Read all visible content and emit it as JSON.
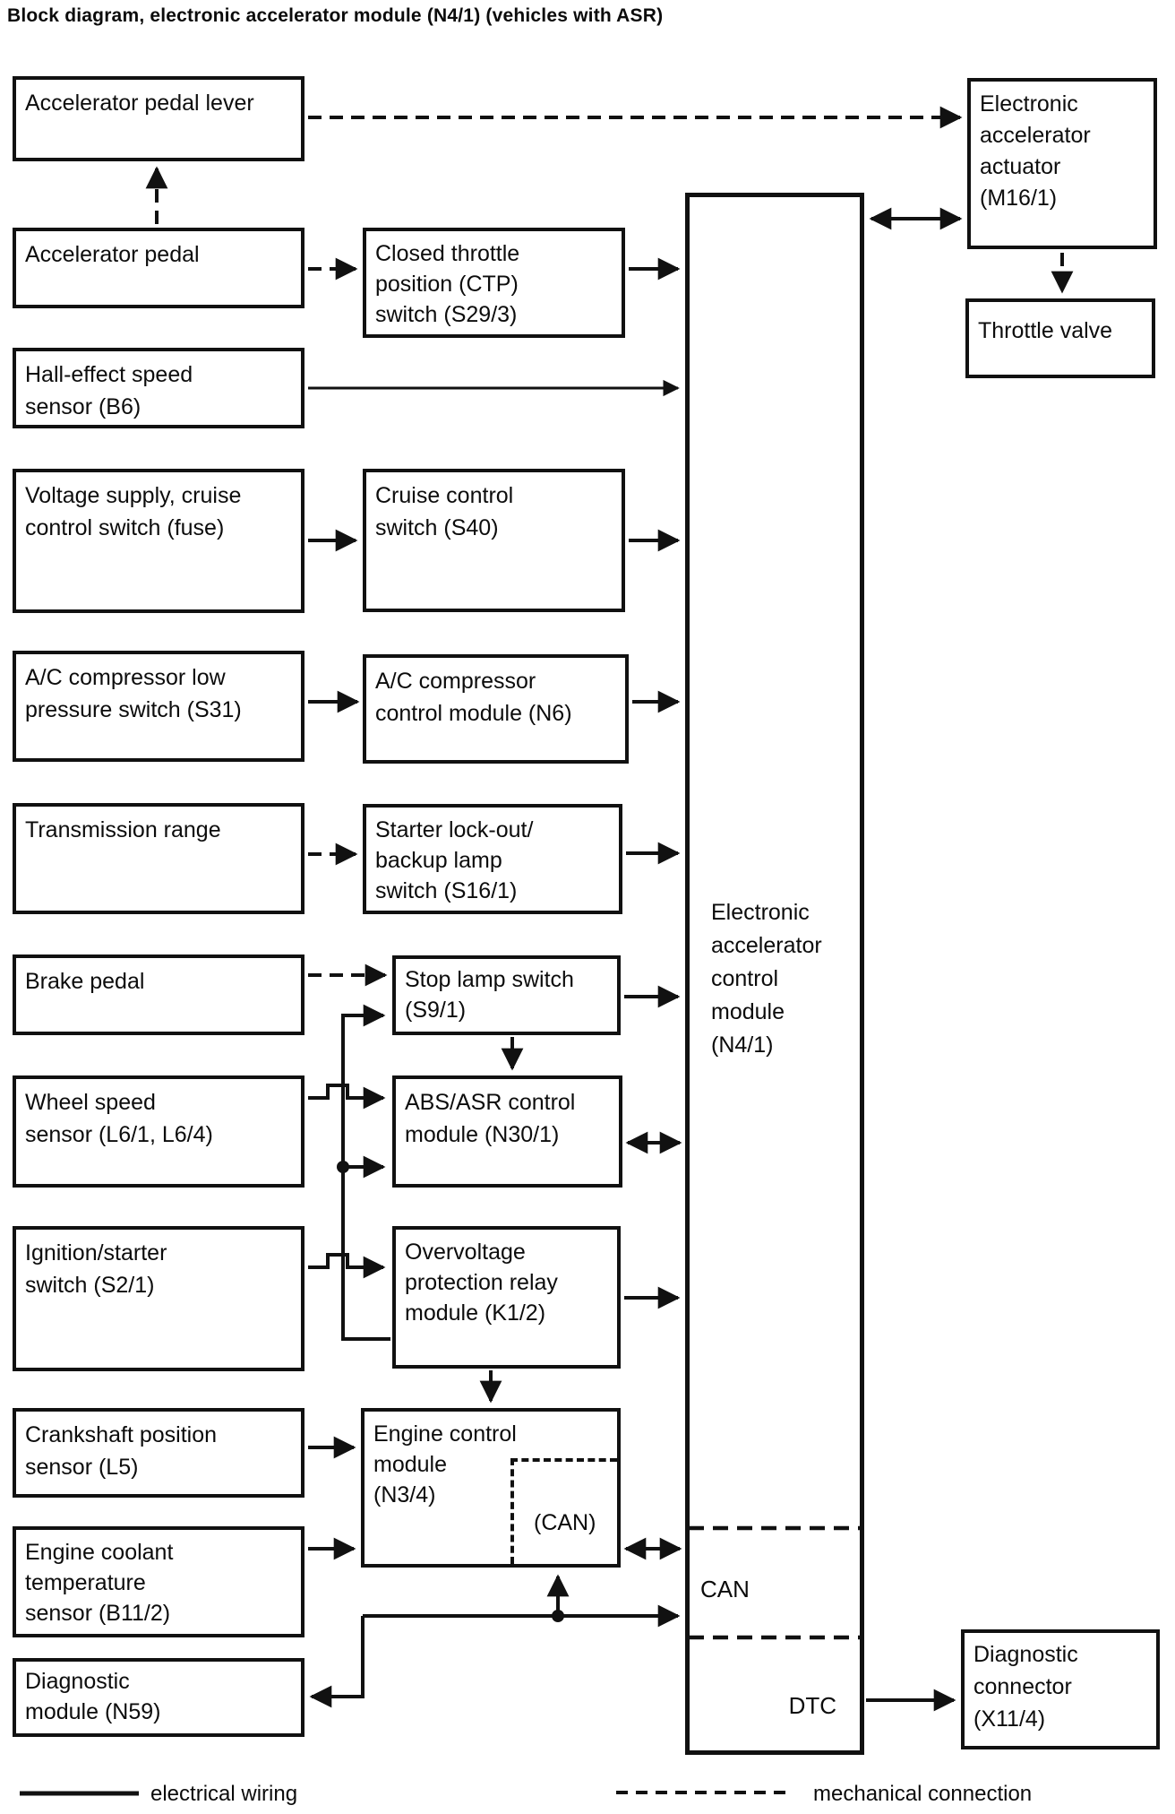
{
  "title": "Block diagram, electronic accelerator module (N4/1) (vehicles with ASR)",
  "nodes": {
    "accelerator_pedal_lever": {
      "label": "Accelerator pedal lever"
    },
    "accelerator_pedal": {
      "label": "Accelerator pedal"
    },
    "hall_effect_speed_sensor": {
      "label": "Hall-effect speed\nsensor (B6)"
    },
    "voltage_supply_fuse": {
      "label": "Voltage supply, cruise\ncontrol switch (fuse)"
    },
    "ac_low_pressure_switch": {
      "label": "A/C compressor low\npressure switch (S31)"
    },
    "transmission_range": {
      "label": "Transmission range"
    },
    "brake_pedal": {
      "label": "Brake pedal"
    },
    "wheel_speed_sensor": {
      "label": "Wheel speed\nsensor (L6/1, L6/4)"
    },
    "ignition_starter_switch": {
      "label": "Ignition/starter\nswitch (S2/1)"
    },
    "crankshaft_position_sensor": {
      "label": "Crankshaft position\nsensor (L5)"
    },
    "engine_coolant_temp_sensor": {
      "label": "Engine coolant\ntemperature\nsensor (B11/2)"
    },
    "diagnostic_module": {
      "label": "Diagnostic\nmodule (N59)"
    },
    "ctp_switch": {
      "label": "Closed throttle\nposition (CTP)\nswitch (S29/3)"
    },
    "cruise_control_switch": {
      "label": "Cruise control\nswitch (S40)"
    },
    "ac_compressor_control_module": {
      "label": "A/C compressor\ncontrol module (N6)"
    },
    "starter_lockout_switch": {
      "label": "Starter lock-out/\nbackup lamp\nswitch (S16/1)"
    },
    "stop_lamp_switch": {
      "label": "Stop lamp switch\n(S9/1)"
    },
    "abs_asr_control_module": {
      "label": "ABS/ASR control\nmodule (N30/1)"
    },
    "overvoltage_protection_relay": {
      "label": "Overvoltage\nprotection relay\nmodule (K1/2)"
    },
    "engine_control_module": {
      "label": "Engine control\nmodule\n(N3/4)"
    },
    "engine_control_module_can": {
      "label": "(CAN)"
    },
    "electronic_accelerator_control_module": {
      "label": "Electronic\naccelerator\ncontrol\nmodule\n(N4/1)"
    },
    "eacm_can_section": {
      "label": "CAN"
    },
    "eacm_dtc_section": {
      "label": "DTC"
    },
    "electronic_accelerator_actuator": {
      "label": "Electronic\naccelerator\nactuator\n(M16/1)"
    },
    "throttle_valve": {
      "label": "Throttle valve"
    },
    "diagnostic_connector": {
      "label": "Diagnostic\nconnector\n(X11/4)"
    }
  },
  "legend": {
    "electrical": "electrical wiring",
    "mechanical": "mechanical connection"
  },
  "connections": [
    {
      "from": "accelerator_pedal",
      "to": "accelerator_pedal_lever",
      "type": "mechanical"
    },
    {
      "from": "accelerator_pedal_lever",
      "to": "electronic_accelerator_actuator",
      "type": "mechanical"
    },
    {
      "from": "accelerator_pedal",
      "to": "ctp_switch",
      "type": "mechanical"
    },
    {
      "from": "ctp_switch",
      "to": "electronic_accelerator_control_module",
      "type": "electrical"
    },
    {
      "from": "hall_effect_speed_sensor",
      "to": "electronic_accelerator_control_module",
      "type": "electrical"
    },
    {
      "from": "voltage_supply_fuse",
      "to": "cruise_control_switch",
      "type": "electrical"
    },
    {
      "from": "cruise_control_switch",
      "to": "electronic_accelerator_control_module",
      "type": "electrical"
    },
    {
      "from": "ac_low_pressure_switch",
      "to": "ac_compressor_control_module",
      "type": "electrical"
    },
    {
      "from": "ac_compressor_control_module",
      "to": "electronic_accelerator_control_module",
      "type": "electrical"
    },
    {
      "from": "transmission_range",
      "to": "starter_lockout_switch",
      "type": "mechanical"
    },
    {
      "from": "starter_lockout_switch",
      "to": "electronic_accelerator_control_module",
      "type": "electrical"
    },
    {
      "from": "brake_pedal",
      "to": "stop_lamp_switch",
      "type": "mechanical"
    },
    {
      "from": "overvoltage_protection_relay",
      "to": "stop_lamp_switch",
      "type": "electrical"
    },
    {
      "from": "overvoltage_protection_relay",
      "to": "abs_asr_control_module",
      "type": "electrical"
    },
    {
      "from": "stop_lamp_switch",
      "to": "electronic_accelerator_control_module",
      "type": "electrical"
    },
    {
      "from": "stop_lamp_switch",
      "to": "abs_asr_control_module",
      "type": "electrical"
    },
    {
      "from": "wheel_speed_sensor",
      "to": "abs_asr_control_module",
      "type": "electrical"
    },
    {
      "from": "abs_asr_control_module",
      "to": "electronic_accelerator_control_module",
      "type": "electrical-bidirectional"
    },
    {
      "from": "ignition_starter_switch",
      "to": "overvoltage_protection_relay",
      "type": "electrical"
    },
    {
      "from": "overvoltage_protection_relay",
      "to": "electronic_accelerator_control_module",
      "type": "electrical"
    },
    {
      "from": "overvoltage_protection_relay",
      "to": "engine_control_module",
      "type": "electrical"
    },
    {
      "from": "crankshaft_position_sensor",
      "to": "engine_control_module",
      "type": "electrical"
    },
    {
      "from": "engine_coolant_temp_sensor",
      "to": "engine_control_module",
      "type": "electrical"
    },
    {
      "from": "engine_control_module_can",
      "to": "eacm_can_section",
      "type": "electrical-bidirectional"
    },
    {
      "from": "can_bus_line",
      "to": "engine_control_module",
      "type": "electrical"
    },
    {
      "from": "can_bus_line",
      "to": "eacm_can_section",
      "type": "electrical"
    },
    {
      "from": "can_bus_line",
      "to": "diagnostic_module",
      "type": "electrical"
    },
    {
      "from": "electronic_accelerator_control_module",
      "to": "electronic_accelerator_actuator",
      "type": "electrical-bidirectional"
    },
    {
      "from": "electronic_accelerator_actuator",
      "to": "throttle_valve",
      "type": "mechanical"
    },
    {
      "from": "eacm_dtc_section",
      "to": "diagnostic_connector",
      "type": "electrical"
    }
  ]
}
